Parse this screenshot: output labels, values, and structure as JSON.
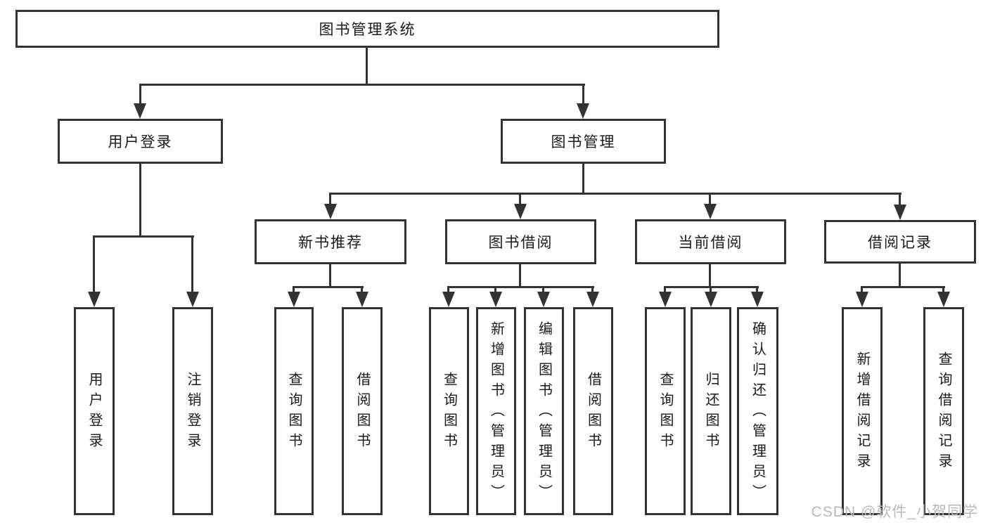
{
  "diagram": {
    "title": "图书管理系统",
    "nodes": [
      {
        "id": "root",
        "label": "图书管理系统",
        "level": 1,
        "parent": null
      },
      {
        "id": "user-login",
        "label": "用户登录",
        "level": 2,
        "parent": "root"
      },
      {
        "id": "book-mgmt",
        "label": "图书管理",
        "level": 2,
        "parent": "root"
      },
      {
        "id": "new-book-rec",
        "label": "新书推荐",
        "level": 3,
        "parent": "book-mgmt"
      },
      {
        "id": "book-borrow",
        "label": "图书借阅",
        "level": 3,
        "parent": "book-mgmt"
      },
      {
        "id": "current-borrow",
        "label": "当前借阅",
        "level": 3,
        "parent": "book-mgmt"
      },
      {
        "id": "borrow-record",
        "label": "借阅记录",
        "level": 3,
        "parent": "book-mgmt"
      },
      {
        "id": "login-do",
        "label": "用户登录",
        "level": 4,
        "parent": "user-login"
      },
      {
        "id": "login-out",
        "label": "注销登录",
        "level": 4,
        "parent": "user-login"
      },
      {
        "id": "rec-query",
        "label": "查询图书",
        "level": 4,
        "parent": "new-book-rec"
      },
      {
        "id": "rec-borrow",
        "label": "借阅图书",
        "level": 4,
        "parent": "new-book-rec"
      },
      {
        "id": "bor-query",
        "label": "查询图书",
        "level": 4,
        "parent": "book-borrow"
      },
      {
        "id": "bor-add",
        "label": "新增图书（管理员）",
        "level": 4,
        "parent": "book-borrow"
      },
      {
        "id": "bor-edit",
        "label": "编辑图书（管理员）",
        "level": 4,
        "parent": "book-borrow"
      },
      {
        "id": "bor-borrow",
        "label": "借阅图书",
        "level": 4,
        "parent": "book-borrow"
      },
      {
        "id": "cur-query",
        "label": "查询图书",
        "level": 4,
        "parent": "current-borrow"
      },
      {
        "id": "cur-return",
        "label": "归还图书",
        "level": 4,
        "parent": "current-borrow"
      },
      {
        "id": "cur-confirm",
        "label": "确认归还（管理员）",
        "level": 4,
        "parent": "current-borrow"
      },
      {
        "id": "recd-add",
        "label": "新增借阅记录",
        "level": 4,
        "parent": "borrow-record"
      },
      {
        "id": "recd-query",
        "label": "查询借阅记录",
        "level": 4,
        "parent": "borrow-record"
      }
    ],
    "line_color": "#333333",
    "box_fill": "#ffffff"
  },
  "watermark": {
    "text": "CSDN @软件_小贺同学"
  }
}
